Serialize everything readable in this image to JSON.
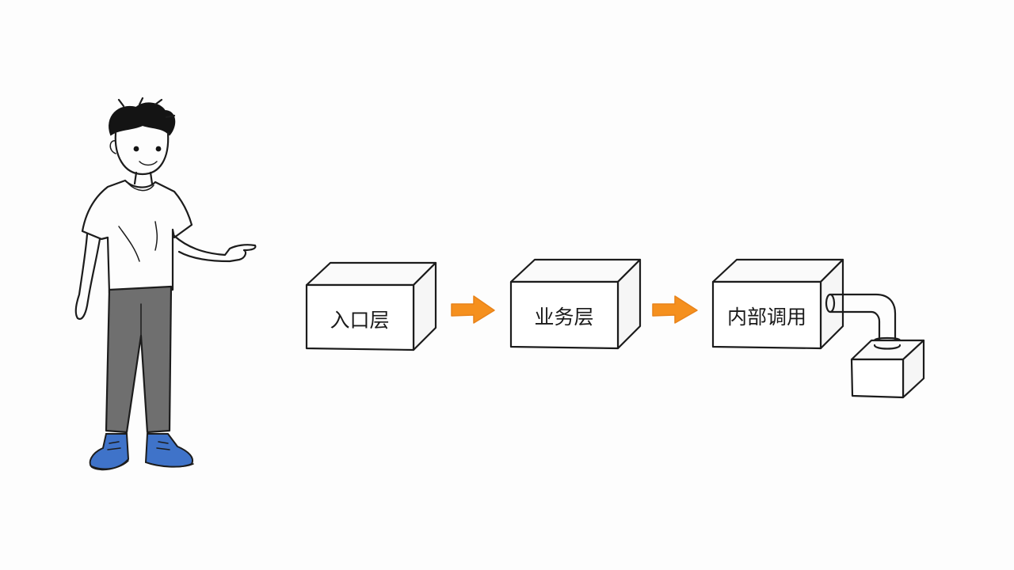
{
  "diagram": {
    "nodes": [
      {
        "id": "entry",
        "label": "入口层"
      },
      {
        "id": "business",
        "label": "业务层"
      },
      {
        "id": "internal",
        "label": "内部调用"
      }
    ],
    "edges": [
      {
        "from": "entry",
        "to": "business",
        "style": "arrow"
      },
      {
        "from": "business",
        "to": "internal",
        "style": "arrow"
      },
      {
        "from": "internal",
        "to": "sub-box",
        "style": "pipe"
      }
    ],
    "colors": {
      "arrow": "#f5901e",
      "ink": "#1c1c1c",
      "pants": "#6f6f6f",
      "shoes": "#3f73c9"
    },
    "figure": {
      "pose": "pointing-right"
    }
  }
}
